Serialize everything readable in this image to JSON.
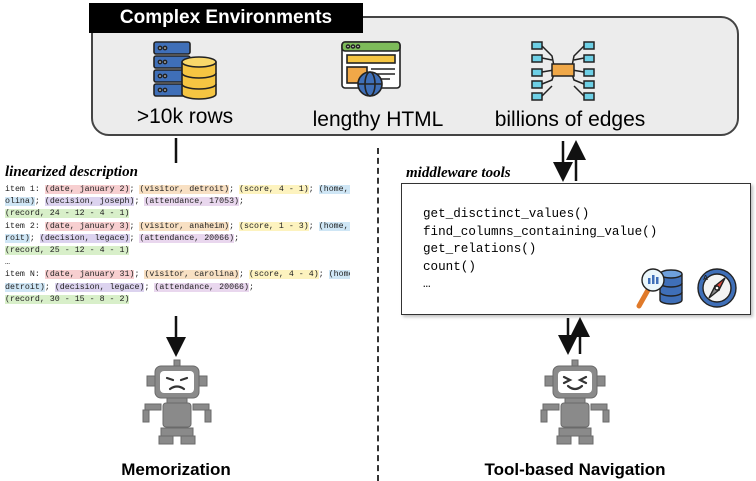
{
  "environments": {
    "title": "Complex Environments",
    "items": [
      {
        "label": ">10k rows",
        "icon": "database-icon"
      },
      {
        "label": "lengthy HTML",
        "icon": "web-page-icon"
      },
      {
        "label": "billions of edges",
        "icon": "graph-network-icon"
      }
    ]
  },
  "left_panel": {
    "title": "linearized description",
    "lines": [
      [
        [
          "item 1: ",
          ""
        ],
        [
          "(date, january 2)",
          "hl-1"
        ],
        [
          "; ",
          ""
        ],
        [
          "(visitor, detroit)",
          "hl-2"
        ],
        [
          "; ",
          ""
        ],
        [
          "(score, 4 - 1)",
          "hl-3"
        ],
        [
          "; ",
          ""
        ],
        [
          "(home, car",
          "hl-5"
        ]
      ],
      [
        [
          "olina)",
          "hl-5"
        ],
        [
          "; ",
          ""
        ],
        [
          "(decision, joseph)",
          "hl-6"
        ],
        [
          "; ",
          ""
        ],
        [
          "(attendance, 17053)",
          "hl-7"
        ],
        [
          ";",
          ""
        ]
      ],
      [
        [
          "(record, 24 - 12 - 4 - 1)",
          "hl-4"
        ]
      ],
      [
        [
          "item 2: ",
          ""
        ],
        [
          "(date, january 3)",
          "hl-1"
        ],
        [
          "; ",
          ""
        ],
        [
          "(visitor, anaheim)",
          "hl-2"
        ],
        [
          "; ",
          ""
        ],
        [
          "(score, 1 - 3)",
          "hl-3"
        ],
        [
          "; ",
          ""
        ],
        [
          "(home, det",
          "hl-5"
        ]
      ],
      [
        [
          "roit)",
          "hl-5"
        ],
        [
          "; ",
          ""
        ],
        [
          "(decision, legace)",
          "hl-6"
        ],
        [
          "; ",
          ""
        ],
        [
          "(attendance, 20066)",
          "hl-7"
        ],
        [
          ";",
          ""
        ]
      ],
      [
        [
          "(record, 25 - 12 - 4 - 1)",
          "hl-4"
        ]
      ],
      [
        [
          "…",
          ""
        ]
      ],
      [
        [
          "item N: ",
          ""
        ],
        [
          "(date, january 31)",
          "hl-1"
        ],
        [
          "; ",
          ""
        ],
        [
          "(visitor, carolina)",
          "hl-2"
        ],
        [
          "; ",
          ""
        ],
        [
          "(score, 4 - 4)",
          "hl-3"
        ],
        [
          "; ",
          ""
        ],
        [
          "(home,",
          "hl-5"
        ]
      ],
      [
        [
          " detroit)",
          "hl-5"
        ],
        [
          "; ",
          ""
        ],
        [
          "(decision, legace)",
          "hl-6"
        ],
        [
          "; ",
          ""
        ],
        [
          "(attendance, 20066)",
          "hl-7"
        ],
        [
          ";",
          ""
        ]
      ],
      [
        [
          "(record, 30 - 15 - 8 - 2)",
          "hl-4"
        ]
      ]
    ]
  },
  "right_panel": {
    "title": "middleware tools",
    "tools": [
      "get_disctinct_values()",
      "find_columns_containing_value()",
      "get_relations()",
      "count()",
      "…"
    ]
  },
  "bottom": {
    "left_label": "Memorization",
    "right_label": "Tool-based Navigation"
  },
  "colors": {
    "box_fill": "#ececec",
    "box_stroke": "#444444",
    "title_bg": "#000000",
    "robot_gray": "#8a8a8a",
    "db_blue": "#3f6fb8",
    "db_yellow": "#f5c542",
    "web_green": "#7dbb5a",
    "graph_cyan": "#6ed0e6",
    "graph_orange": "#f0a848"
  }
}
